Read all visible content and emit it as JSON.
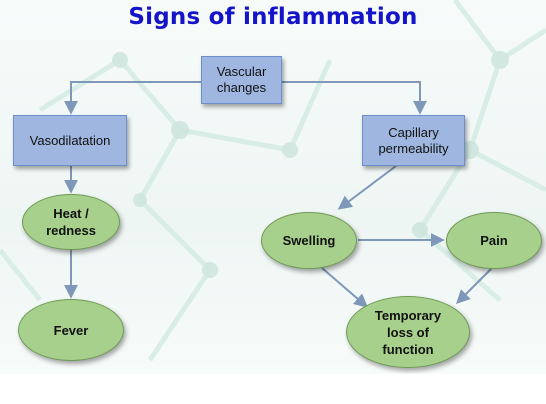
{
  "title": "Signs of inflammation",
  "nodes": {
    "vascular_changes": "Vascular\nchanges",
    "vasodilatation": "Vasodilatation",
    "capillary_permeability": "Capillary\npermeability",
    "heat_redness": "Heat /\nredness",
    "fever": "Fever",
    "swelling": "Swelling",
    "pain": "Pain",
    "temporary_loss_of_function": "Temporary\nloss of\nfunction"
  },
  "colors": {
    "title": "#1414c8",
    "box_fill": "#9fb7e0",
    "oval_fill": "#a8d08d",
    "arrow": "#7f97b8"
  }
}
